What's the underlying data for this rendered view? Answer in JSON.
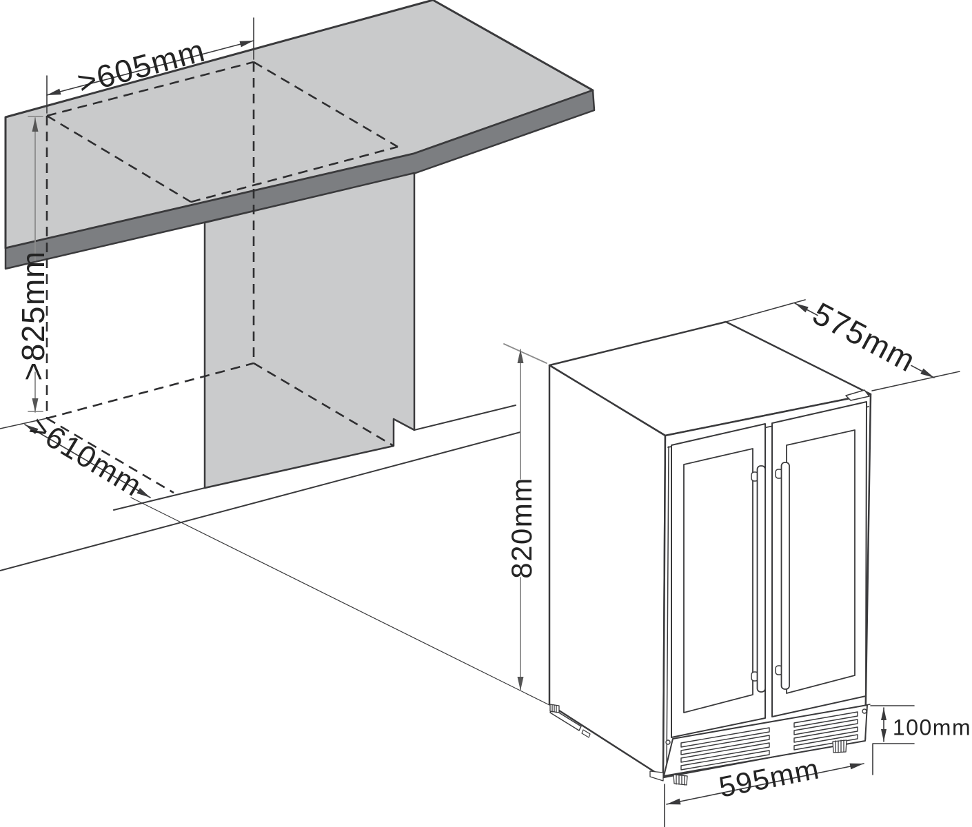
{
  "colors": {
    "line": "#3a3a3c",
    "counter_surface": "#c9cacb",
    "counter_edge_band": "#7c7e81",
    "recess_back_panel": "#cacbcc",
    "dim_line_gray": "#8b8b8b",
    "background": "#ffffff"
  },
  "labels": {
    "cutout_width": ">605mm",
    "cutout_height": ">825mm",
    "cutout_depth": ">610mm",
    "appliance_depth": "575mm",
    "appliance_height": "820mm",
    "appliance_plinth_height": "100mm",
    "appliance_width": "595mm"
  }
}
